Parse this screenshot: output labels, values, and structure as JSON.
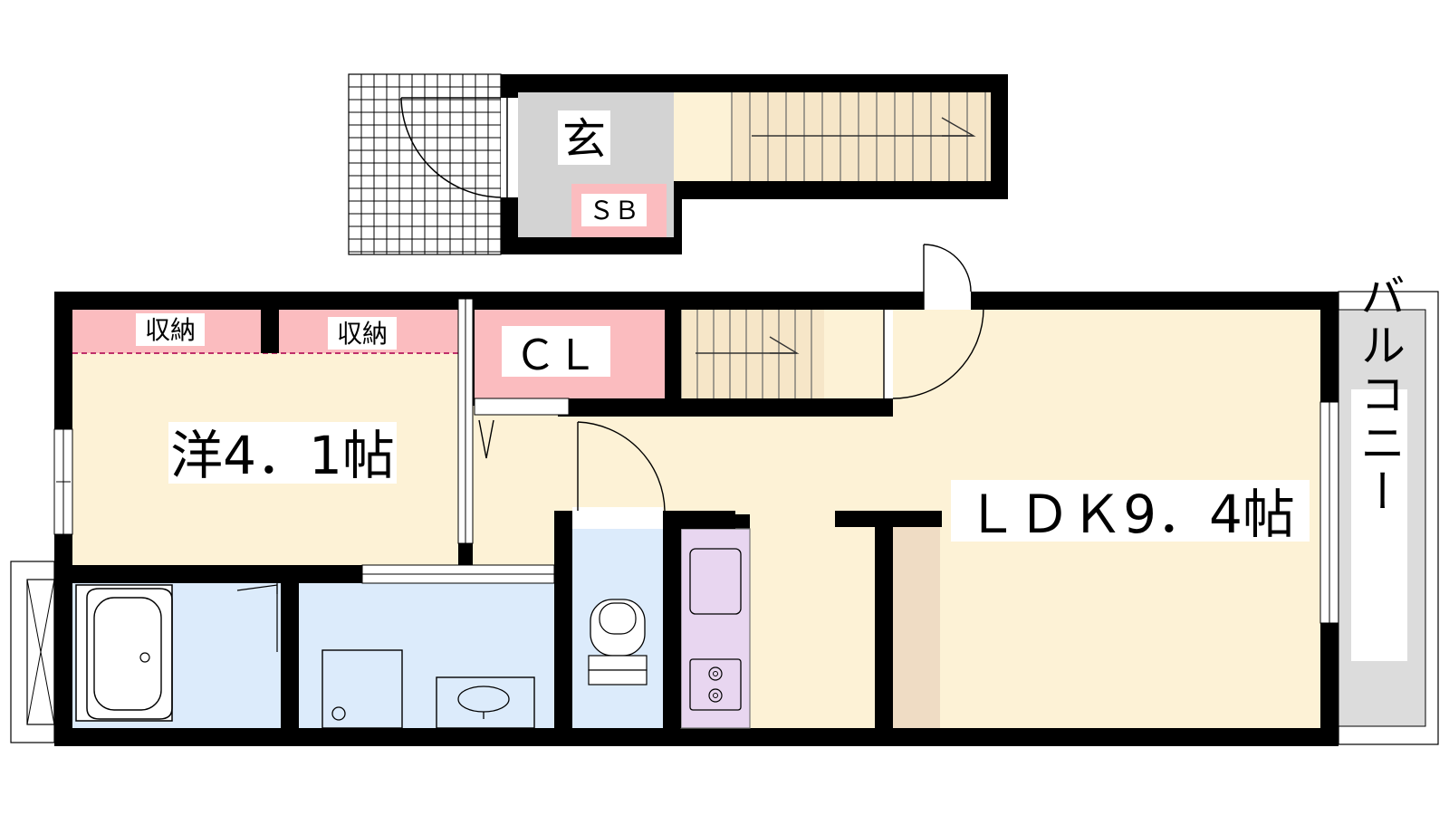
{
  "labels": {
    "entrance": "玄",
    "shoe_box": "ＳＢ",
    "storage_1": "収納",
    "storage_2": "収納",
    "closet": "ＣＬ",
    "western_room": "洋4．1帖",
    "ldk": "ＬＤＫ9．4帖",
    "balcony": "バルコニー"
  },
  "colors": {
    "wall": "#000000",
    "floor_room": "#fdf2d6",
    "floor_wet": "#dcebfb",
    "storage": "#fbbcbf",
    "entrance_floor": "#d3d3d3",
    "balcony": "#dcdcdc",
    "kitchen_fixture": "#e8d6f0",
    "stair": "#f6e6c8"
  },
  "icons": [
    "bathtub-icon",
    "washbasin-icon",
    "toilet-icon",
    "sink-icon",
    "stove-icon",
    "washing-machine-icon",
    "door-swing-icon",
    "stairs-icon"
  ]
}
